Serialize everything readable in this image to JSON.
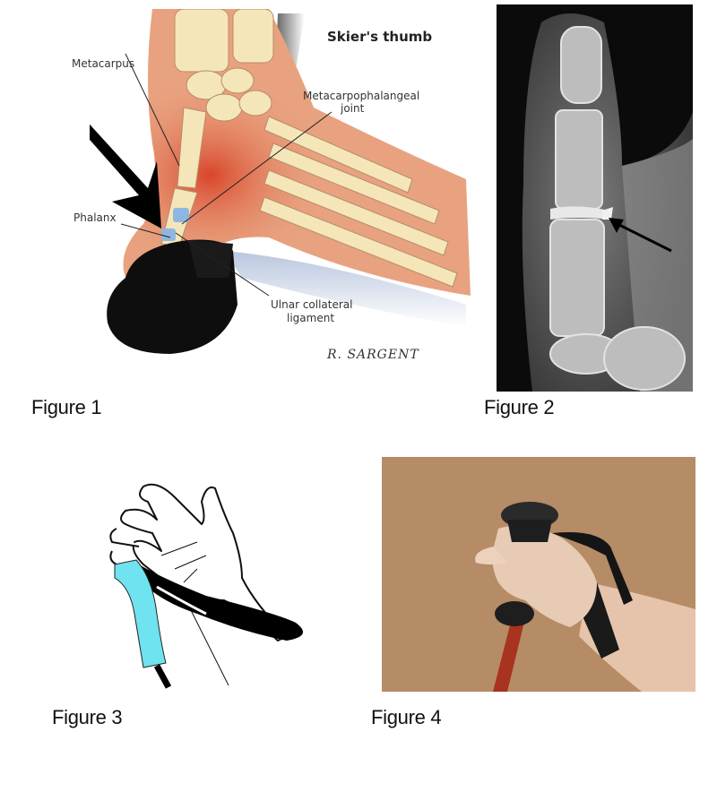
{
  "figure1": {
    "caption": "Figure 1",
    "title": "Skier's thumb",
    "labels": {
      "metacarpus": "Metacarpus",
      "mcp_joint_line1": "Metacarpophalangeal",
      "mcp_joint_line2": "joint",
      "phalanx": "Phalanx",
      "ucl_line1": "Ulnar collateral",
      "ucl_line2": "ligament"
    },
    "signature": "R. SARGENT",
    "colors": {
      "skin": "#e8a27f",
      "bone": "#f4e6b8",
      "ligament": "#8fb6e0",
      "pole_grip": "#111111",
      "arrow": "#000000"
    }
  },
  "figure2": {
    "caption": "Figure 2",
    "description": "X-ray of thumb with arrow pointing to MCP joint avulsion"
  },
  "figure3": {
    "caption": "Figure 3",
    "colors": {
      "grip": "#6fe3ef",
      "strap": "#000000"
    }
  },
  "figure4": {
    "caption": "Figure 4",
    "colors": {
      "wall": "#b58c66",
      "pole": "#a8331f",
      "grip": "#1e1e1e"
    }
  }
}
